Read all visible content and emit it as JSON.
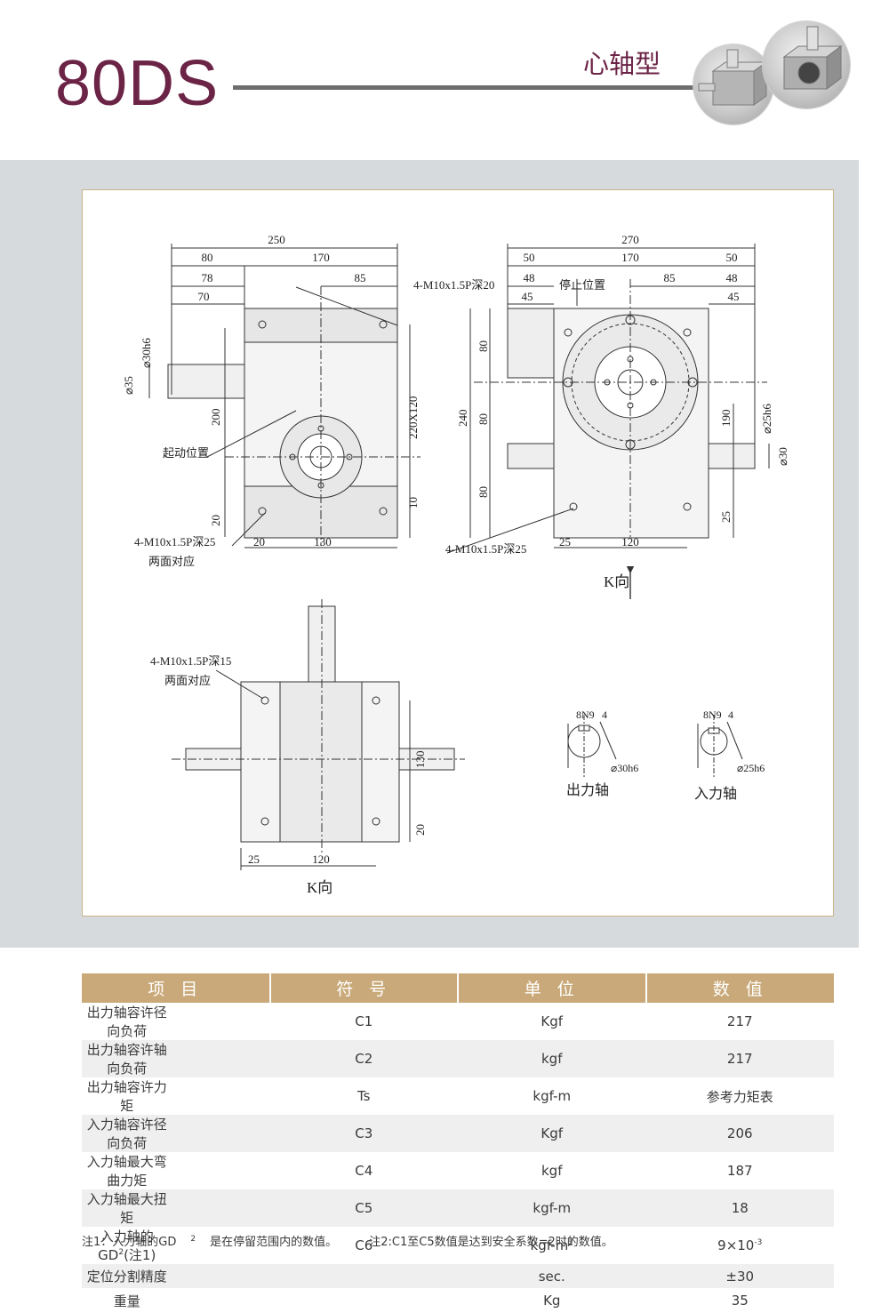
{
  "header": {
    "model": "80DS",
    "type_label": "心轴型"
  },
  "drawing": {
    "front": {
      "dims_top": [
        "250",
        "80",
        "170",
        "78",
        "85",
        "70"
      ],
      "thread_top": "4-M10x1.5P深20",
      "shaft_dia": "⌀30h6",
      "shaft_dia2": "⌀35",
      "height": "200",
      "bolt_span": "220X120",
      "start_pos": "起动位置",
      "bottom_20": "20",
      "bottom_10": "10",
      "thread_bottom": "4-M10x1.5P深25",
      "opposite": "两面对应",
      "dim_20": "20",
      "dim_130": "130"
    },
    "side": {
      "dims_top": [
        "270",
        "50",
        "170",
        "50",
        "48",
        "85",
        "48",
        "45",
        "45"
      ],
      "stop_pos": "停止位置",
      "v_80a": "80",
      "v_240": "240",
      "v_80b": "80",
      "v_80c": "80",
      "v_190": "190",
      "shaft_25": "⌀25h6",
      "shaft_30": "⌀30",
      "v_25": "25",
      "thread": "4-M10x1.5P深25",
      "dim_25": "25",
      "dim_120": "120",
      "k_dir": "K向"
    },
    "bottom": {
      "thread": "4-M10x1.5P深15",
      "opposite": "两面对应",
      "v_130": "130",
      "v_20": "20",
      "dim_25": "25",
      "dim_120": "120",
      "k_dir": "K向"
    },
    "keyways": [
      {
        "key": "8N9",
        "depth": "4",
        "dia": "⌀30h6",
        "name": "出力轴"
      },
      {
        "key": "8N9",
        "depth": "4",
        "dia": "⌀25h6",
        "name": "入力轴"
      }
    ]
  },
  "table": {
    "headers": [
      "项 目",
      "符 号",
      "单 位",
      "数 值"
    ],
    "rows": [
      {
        "item": "出力轴容许径向负荷",
        "symbol": "C1",
        "unit": "Kgf",
        "value": "217"
      },
      {
        "item": "出力轴容许轴向负荷",
        "symbol": "C2",
        "unit": "kgf",
        "value": "217"
      },
      {
        "item": "出力轴容许力矩",
        "symbol": "Ts",
        "unit": "kgf-m",
        "value": "参考力矩表"
      },
      {
        "item": "入力轴容许径向负荷",
        "symbol": "C3",
        "unit": "Kgf",
        "value": "206"
      },
      {
        "item": "入力轴最大弯曲力矩",
        "symbol": "C4",
        "unit": "kgf",
        "value": "187"
      },
      {
        "item": "入力轴最大扭矩",
        "symbol": "C5",
        "unit": "kgf-m",
        "value": "18"
      },
      {
        "item_pre": "入力轴的GD",
        "item_sup": "2",
        "item_post": "(注1)",
        "symbol": "C6",
        "unit_pre": "kgf-m",
        "unit_sup": "2",
        "value_pre": "9×10",
        "value_sup": "-3"
      },
      {
        "item": "定位分割精度",
        "symbol": "",
        "unit": "sec.",
        "value": "±30"
      },
      {
        "item": "重量",
        "symbol": "",
        "unit": "Kg",
        "value": "35"
      }
    ]
  },
  "notes": {
    "note1_pre": "注1：入力轴的GD",
    "note1_sup": "2",
    "note1_post": "是在停留范围内的数值。",
    "note2": "注2:C1至C5数值是达到安全系数=2时的数值。"
  }
}
